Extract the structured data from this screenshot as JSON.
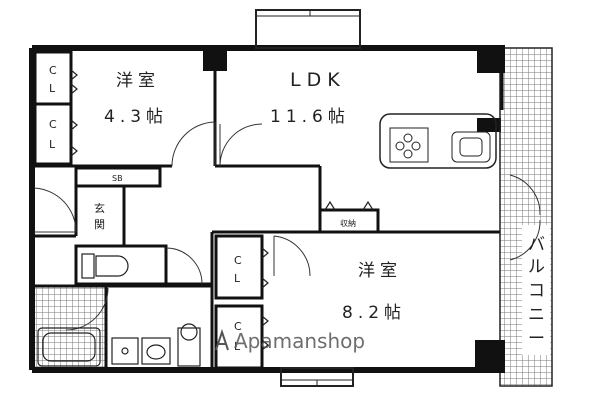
{
  "rooms": {
    "western_room_1": {
      "name": "洋室",
      "size": "4.3帖"
    },
    "ldk": {
      "name": "LDK",
      "size": "11.6帖"
    },
    "western_room_2": {
      "name": "洋室",
      "size": "8.2帖"
    }
  },
  "closet_label": "CL",
  "closet_vertical": [
    "C",
    "L"
  ],
  "shoebox_label": "SB",
  "entrance_label": [
    "玄",
    "関"
  ],
  "storage_label": "収納",
  "balcony_label": [
    "バ",
    "ル",
    "コ",
    "ニ",
    "ー"
  ],
  "watermark": "Apamanshop"
}
